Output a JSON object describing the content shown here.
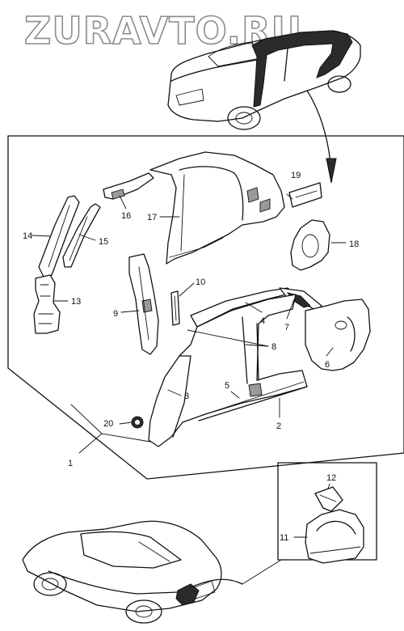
{
  "watermark": "ZURAVTO.RU",
  "parts": [
    {
      "id": "1",
      "label": "1"
    },
    {
      "id": "2",
      "label": "2"
    },
    {
      "id": "3",
      "label": "3"
    },
    {
      "id": "4",
      "label": "4"
    },
    {
      "id": "5",
      "label": "5"
    },
    {
      "id": "6",
      "label": "6"
    },
    {
      "id": "7",
      "label": "7"
    },
    {
      "id": "8",
      "label": "8"
    },
    {
      "id": "9",
      "label": "9"
    },
    {
      "id": "10",
      "label": "10"
    },
    {
      "id": "11",
      "label": "11"
    },
    {
      "id": "12",
      "label": "12"
    },
    {
      "id": "13",
      "label": "13"
    },
    {
      "id": "14",
      "label": "14"
    },
    {
      "id": "15",
      "label": "15"
    },
    {
      "id": "16",
      "label": "16"
    },
    {
      "id": "17",
      "label": "17"
    },
    {
      "id": "18",
      "label": "18"
    },
    {
      "id": "19",
      "label": "19"
    },
    {
      "id": "20",
      "label": "20"
    }
  ]
}
